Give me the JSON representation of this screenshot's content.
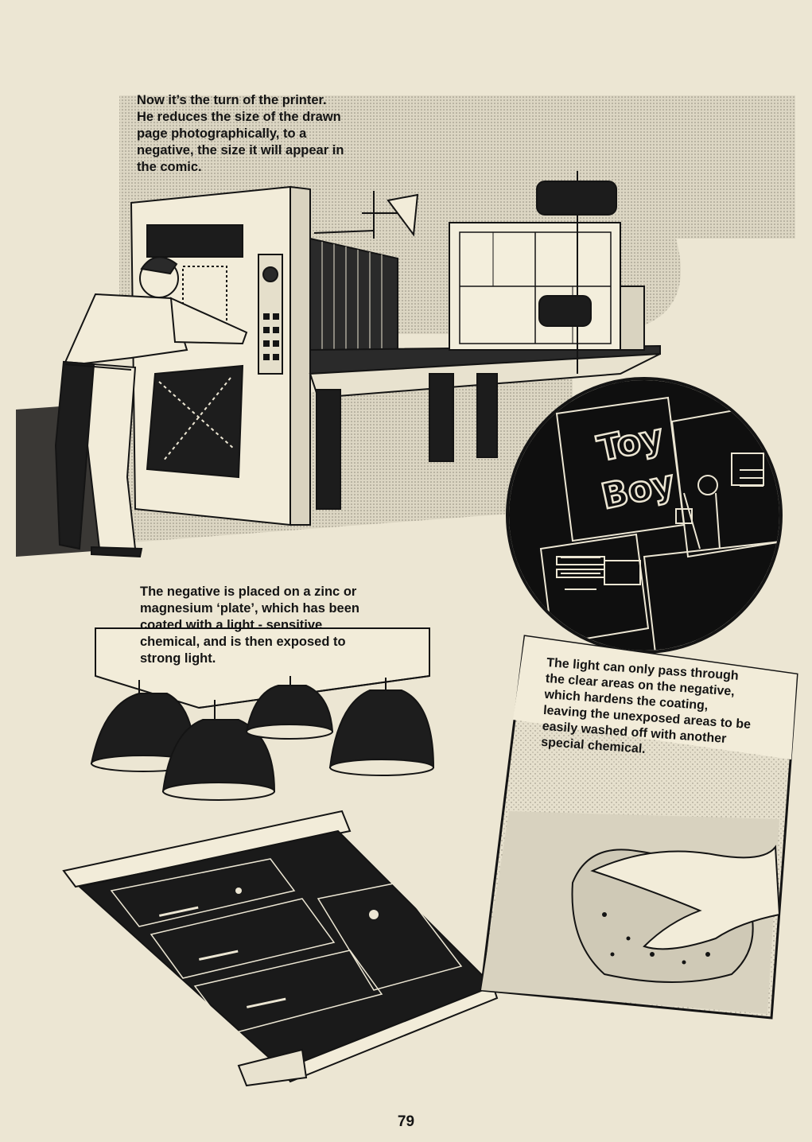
{
  "page": {
    "number": "79",
    "paper_color": "#ece6d3",
    "ink_color": "#141414"
  },
  "captions": {
    "printer_intro": "Now it’s the turn of the printer.\nHe reduces the size of the drawn\npage photographically, to a\nnegative, the size it will appear in\nthe comic.",
    "plate_exposure": "The negative is placed on a zinc or\nmagnesium ‘plate’, which has been\ncoated with a light - sensitive\nchemical, and is then exposed to\nstrong light.",
    "light_process": "The light can only pass through\nthe clear areas on the negative,\nwhich hardens the coating,\nleaving the unexposed areas to be\neasily washed off with another\nspecial chemical."
  },
  "artwork_lettering": {
    "comic_title": "Toy Boy"
  },
  "illustrations": [
    "process-camera-with-printer",
    "negative-closeup-circle",
    "exposure-lamps",
    "printing-plate",
    "sponge-washing-plate"
  ]
}
